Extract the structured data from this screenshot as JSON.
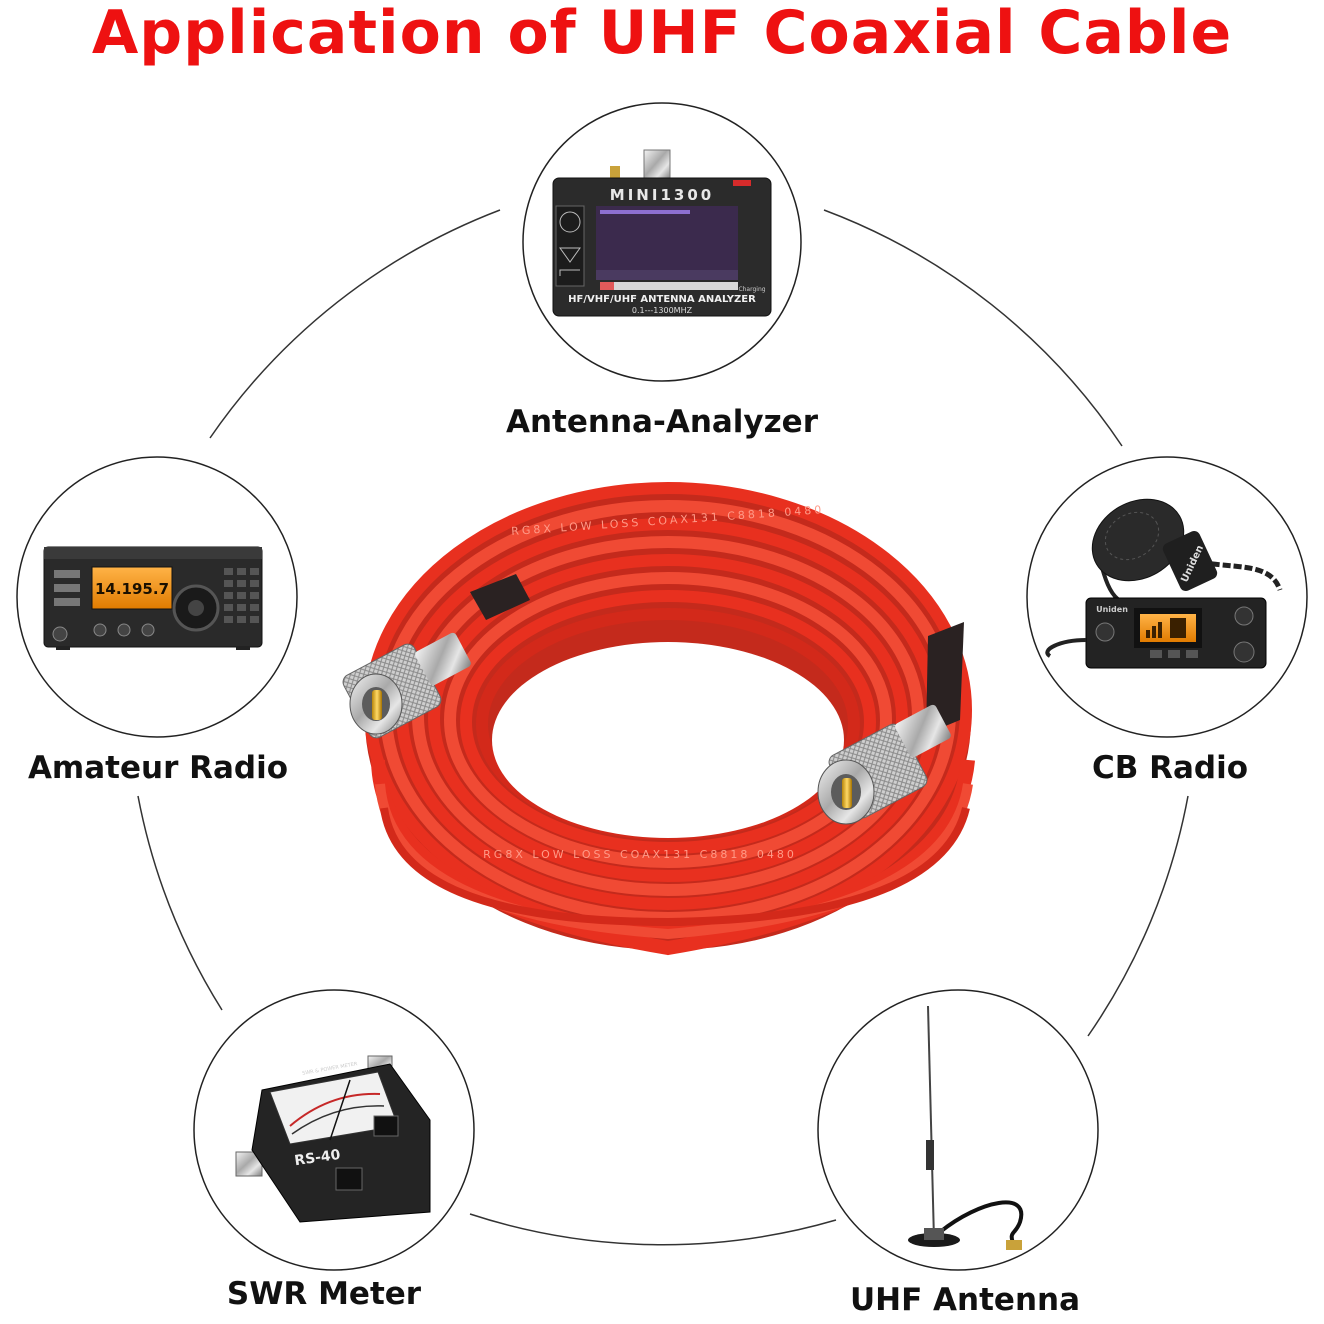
{
  "title": "Application of UHF Coaxial Cable",
  "colors": {
    "title": "#ee1111",
    "cable": "#e8301f",
    "cable_dark": "#b81d12",
    "label": "#111111",
    "ring": "#333333"
  },
  "center": {
    "product": "red-coaxial-cable-coil",
    "jacket_print": "RG8X LOW LOSS COAX131 C8818 0480"
  },
  "applications": [
    {
      "id": "antenna-analyzer",
      "label": "Antenna-Analyzer",
      "device": {
        "brand": "MINI1300",
        "caption": "HF/VHF/UHF ANTENNA ANALYZER",
        "range": "0.1---1300MHZ",
        "status": "Charging"
      }
    },
    {
      "id": "amateur-radio",
      "label": "Amateur Radio",
      "device": {
        "display": "14.195.7"
      }
    },
    {
      "id": "cb-radio",
      "label": "CB Radio",
      "device": {
        "brand": "Uniden"
      }
    },
    {
      "id": "swr-meter",
      "label": "SWR Meter",
      "device": {
        "model": "RS-40",
        "meter": "SWR & POWER METER"
      }
    },
    {
      "id": "uhf-antenna",
      "label": "UHF Antenna",
      "device": {
        "type": "magnetic-mount-antenna"
      }
    }
  ]
}
